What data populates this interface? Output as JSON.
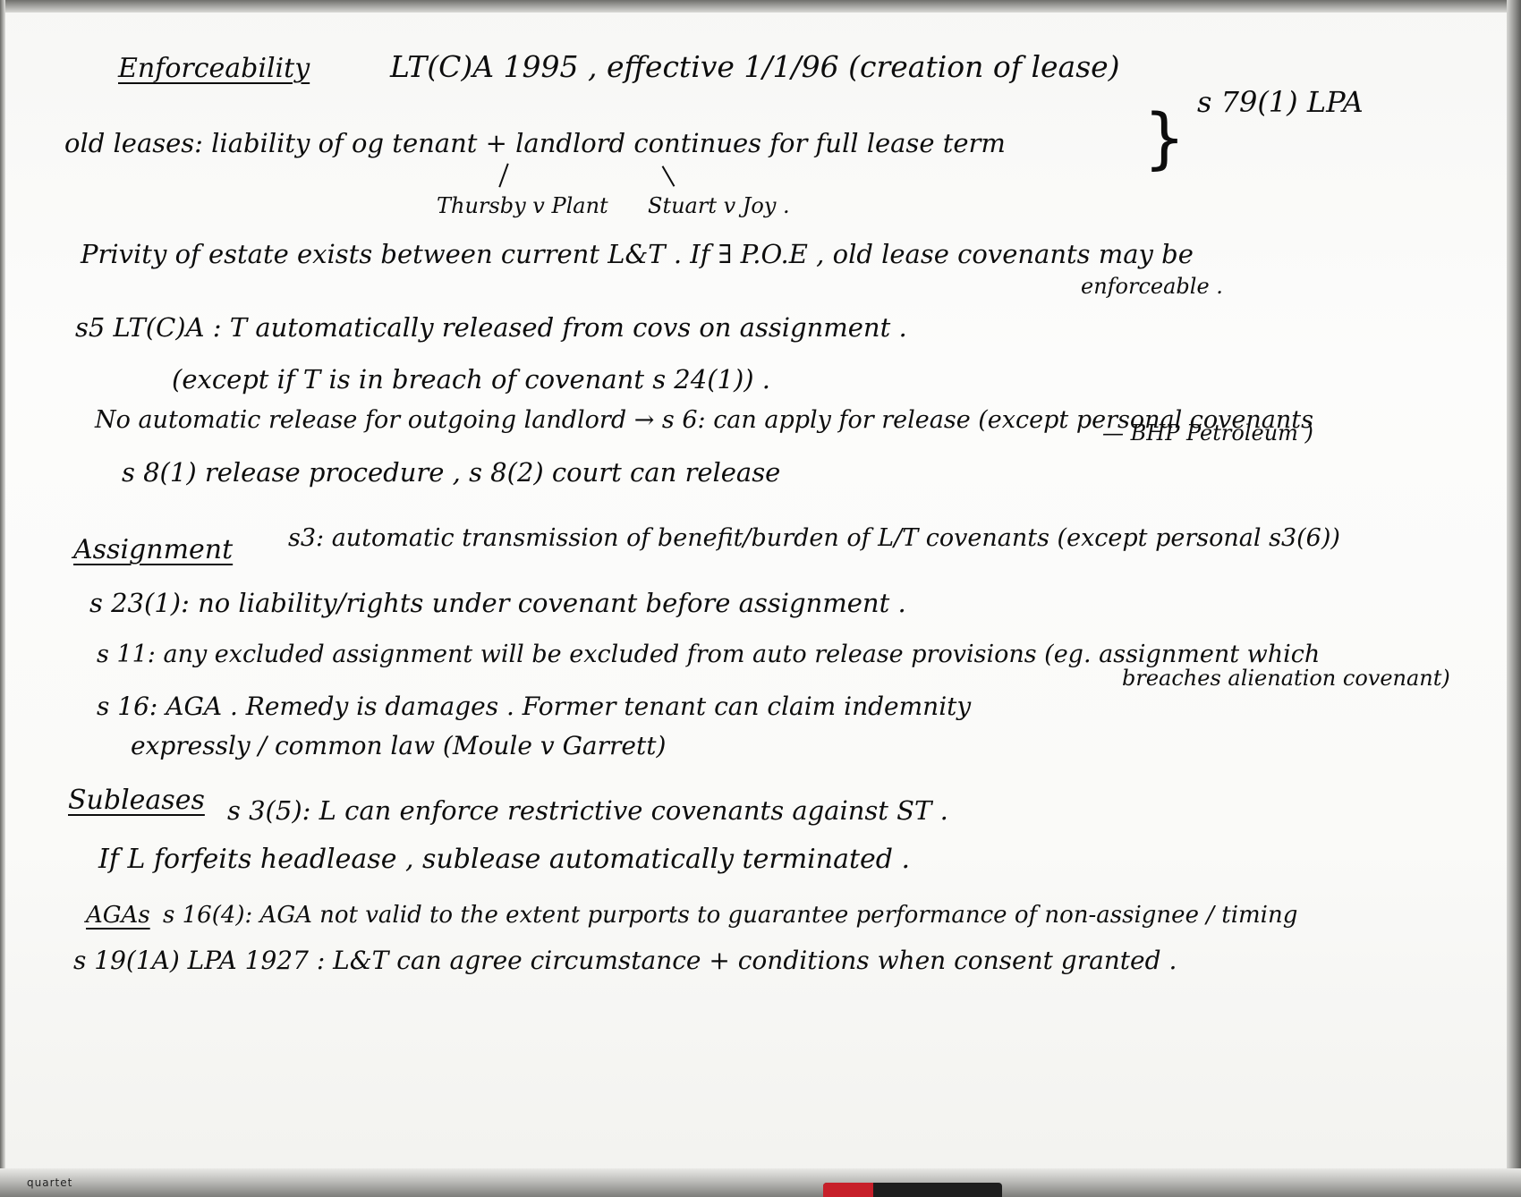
{
  "lines": {
    "l1": "Enforceability",
    "l2": "LT(C)A 1995 , effective 1/1/96 (creation of lease)",
    "l3": "old leases: liability of og tenant + landlord continues for full lease term",
    "l3b": "s 79(1) LPA",
    "l4a": "Thursby v Plant",
    "l4b": "Stuart v Joy .",
    "l5": "Privity of estate exists between current L&T . If ∃ P.O.E , old lease covenants may be",
    "l5b": "enforceable .",
    "l6": "s5 LT(C)A : T automatically released from covs on assignment .",
    "l7": "(except if T is in breach of covenant s 24(1)) .",
    "l8": "No automatic release for outgoing landlord → s 6: can apply for release (except personal covenants",
    "l8b": "— BHP Petroleum )",
    "l9": "s 8(1) release procedure , s 8(2) court can release",
    "l10a": "Assignment",
    "l10": "s3: automatic transmission of benefit/burden of L/T covenants (except personal s3(6))",
    "l11": "s 23(1): no liability/rights under covenant before assignment .",
    "l12": "s 11: any excluded assignment will be excluded from auto release provisions (eg. assignment which",
    "l12b": "breaches alienation covenant)",
    "l13": "s 16: AGA . Remedy is damages . Former tenant can claim indemnity",
    "l14": "expressly / common law (Moule v Garrett)",
    "l15a": "Subleases",
    "l15": "s 3(5): L can enforce restrictive covenants against ST .",
    "l16": "If L forfeits headlease , sublease automatically terminated .",
    "l17a": "AGAs",
    "l17": "s 16(4): AGA not valid to the extent purports to guarantee performance of non-assignee / timing",
    "l18": "s 19(1A) LPA 1927 : L&T can agree circumstance + conditions when consent granted ."
  },
  "board": {
    "brand": "quartet"
  }
}
